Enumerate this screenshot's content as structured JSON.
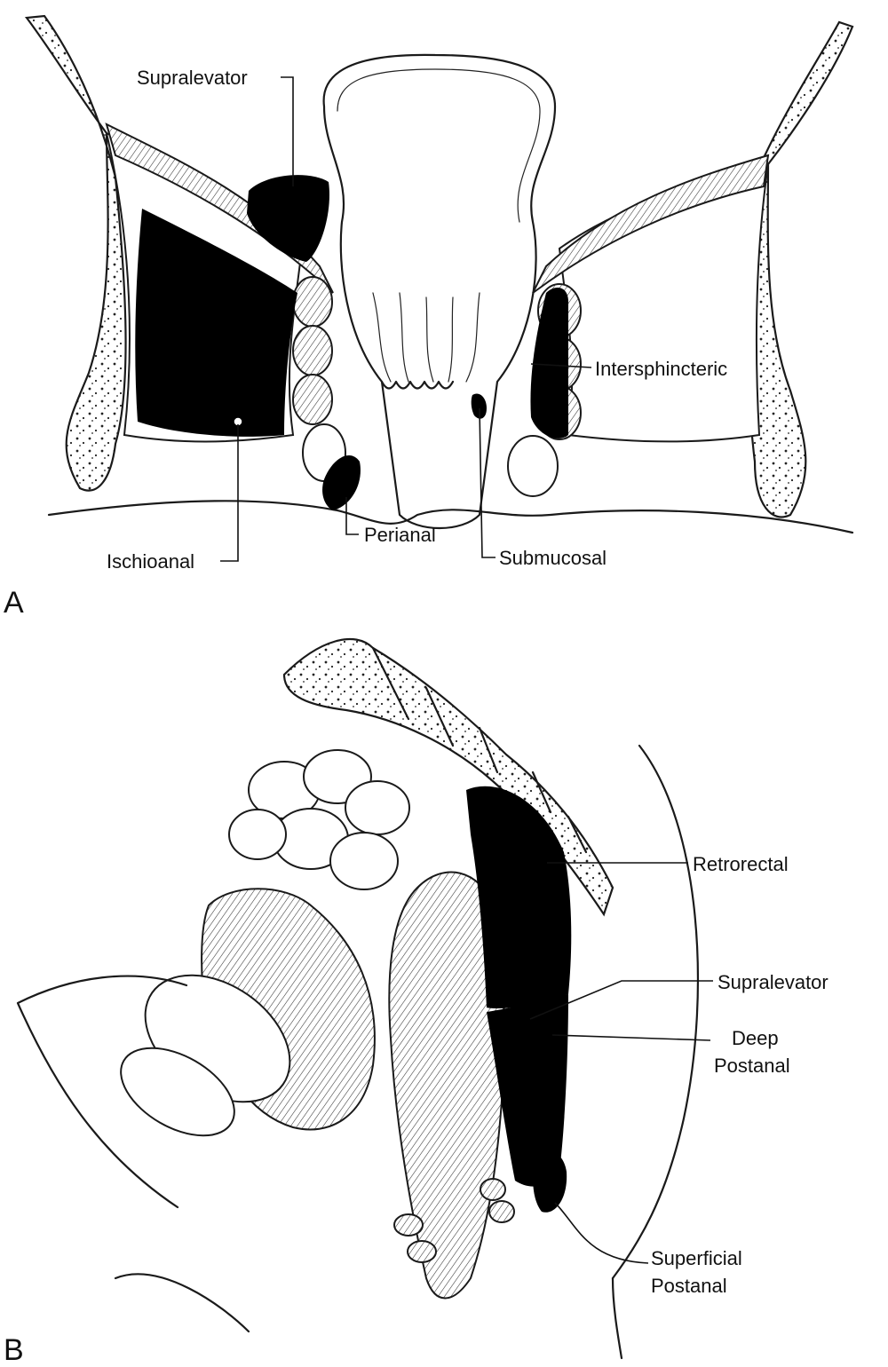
{
  "panel_a": {
    "letter": "A",
    "labels": {
      "supralevator": "Supralevator",
      "intersphincteric": "Intersphincteric",
      "ischioanal": "Ischioanal",
      "perianal": "Perianal",
      "submucosal": "Submucosal"
    }
  },
  "panel_b": {
    "letter": "B",
    "labels": {
      "retrorectal": "Retrorectal",
      "supralevator": "Supralevator",
      "deep_postanal_1": "Deep",
      "deep_postanal_2": "Postanal",
      "superficial_postanal_1": "Superficial",
      "superficial_postanal_2": "Postanal"
    }
  },
  "colors": {
    "abscess": "#000000",
    "line": "#1a1a1a",
    "background": "#ffffff"
  }
}
